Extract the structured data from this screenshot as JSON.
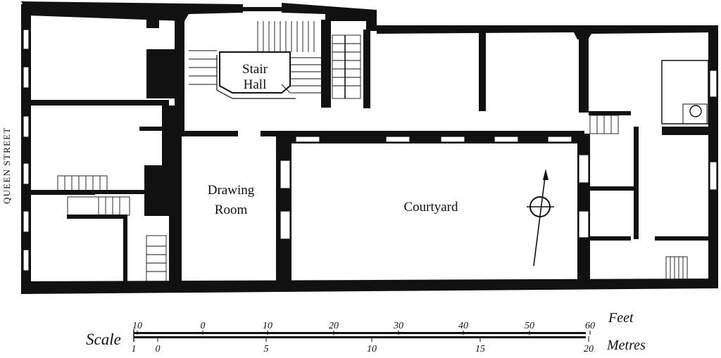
{
  "street_label": "QUEEN STREET",
  "rooms": {
    "stair_hall": [
      "Stair",
      "Hall"
    ],
    "drawing_room": [
      "Drawing",
      "Room"
    ],
    "courtyard": "Courtyard"
  },
  "scale": {
    "label": "Scale",
    "feet": {
      "unit": "Feet",
      "ticks": [
        "10",
        "0",
        "10",
        "20",
        "30",
        "40",
        "50",
        "60"
      ]
    },
    "metres": {
      "unit": "Metres",
      "ticks": [
        "1",
        "0",
        "5",
        "10",
        "15",
        "20"
      ]
    }
  },
  "compass": {
    "present": true
  },
  "colors": {
    "ink": "#111111",
    "paper": "#ffffff"
  }
}
